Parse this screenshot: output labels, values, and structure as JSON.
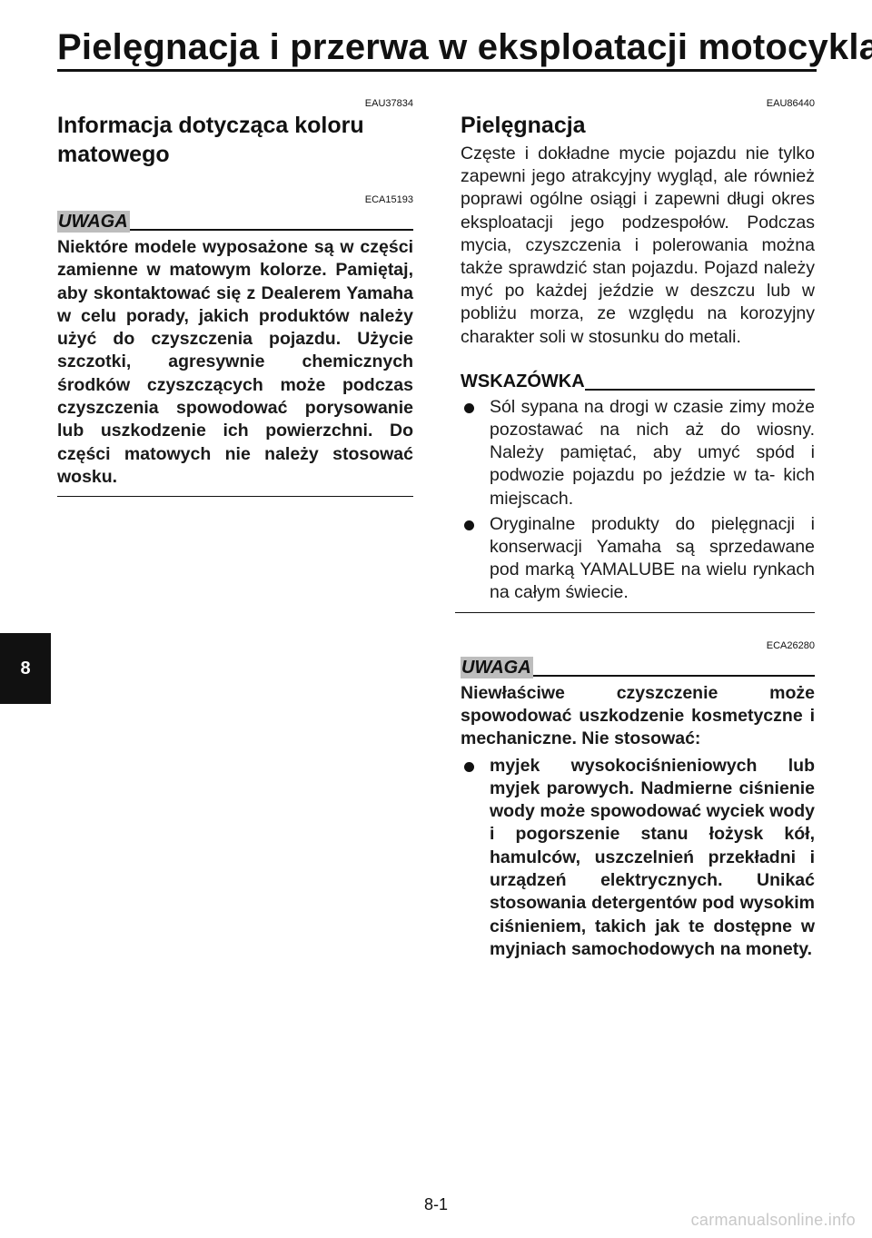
{
  "page_title": "Pielęgnacja i przerwa w eksploatacji motocykla",
  "chapter_tab": "8",
  "page_number": "8-1",
  "watermark": "carmanualsonline.info",
  "left": {
    "code": "EAU37834",
    "heading": "Informacja dotycząca koloru matowego",
    "notice_code": "ECA15193",
    "notice_label": "UWAGA",
    "notice_text": "Niektóre modele wyposażone są w części zamienne w matowym kolorze. Pamiętaj, aby skontaktować się z Dealerem Yamaha w celu porady, jakich produktów należy użyć do czyszczenia pojazdu. Użycie szczotki, agresywnie chemicznych środków czyszczących może podczas czyszczenia spowodować porysowanie lub uszkodzenie ich powierzchni. Do części matowych nie należy stosować wosku."
  },
  "right": {
    "code": "EAU86440",
    "heading": "Pielęgnacja",
    "body": "Częste i dokładne mycie pojazdu nie tylko zapewni jego atrakcyjny wygląd, ale również poprawi ogólne osiągi i zapewni długi okres eksploatacji jego podzespołów. Podczas mycia, czyszczenia i polerowania można także sprawdzić stan pojazdu. Pojazd należy myć po każdej jeździe w deszczu lub w pobliżu morza, ze względu na korozyjny charakter soli w stosunku do metali.",
    "tip_label": "WSKAZÓWKA",
    "tips": [
      "Sól sypana na drogi w czasie zimy może pozostawać na nich aż do wiosny. Należy pamiętać, aby umyć spód i podwozie pojazdu po jeździe w ta- kich miejscach.",
      "Oryginalne produkty do pielęgnacji i konserwacji Yamaha są sprzedawane pod marką YAMALUBE na wielu rynkach na całym świecie."
    ],
    "notice_code": "ECA26280",
    "notice_label": "UWAGA",
    "notice_text": "Niewłaściwe czyszczenie może spowodować uszkodzenie kosmetyczne i mechaniczne. Nie stosować:",
    "notice_items": [
      "myjek wysokociśnieniowych lub myjek parowych. Nadmierne ciśnienie wody może spowodować wyciek wody i pogorszenie stanu łożysk kół, hamulców, uszczelnień przekładni i urządzeń elektrycznych. Unikać stosowania detergentów pod wysokim ciśnieniem, takich jak te dostępne w myjniach samochodowych na monety."
    ]
  }
}
